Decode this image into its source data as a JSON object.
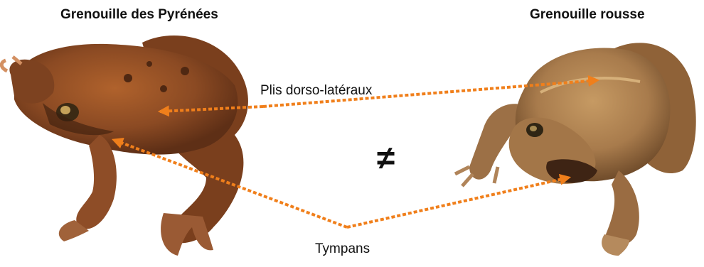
{
  "titles": {
    "left": "Grenouille des Pyrénées",
    "right": "Grenouille rousse"
  },
  "labels": {
    "dorsolateral_folds": "Plis dorso-latéraux",
    "tympans": "Tympans",
    "not_equal": "≠"
  },
  "colors": {
    "arrow": "#f07f1b",
    "frog_left": "#8b4a23",
    "frog_right": "#a87b4c"
  }
}
